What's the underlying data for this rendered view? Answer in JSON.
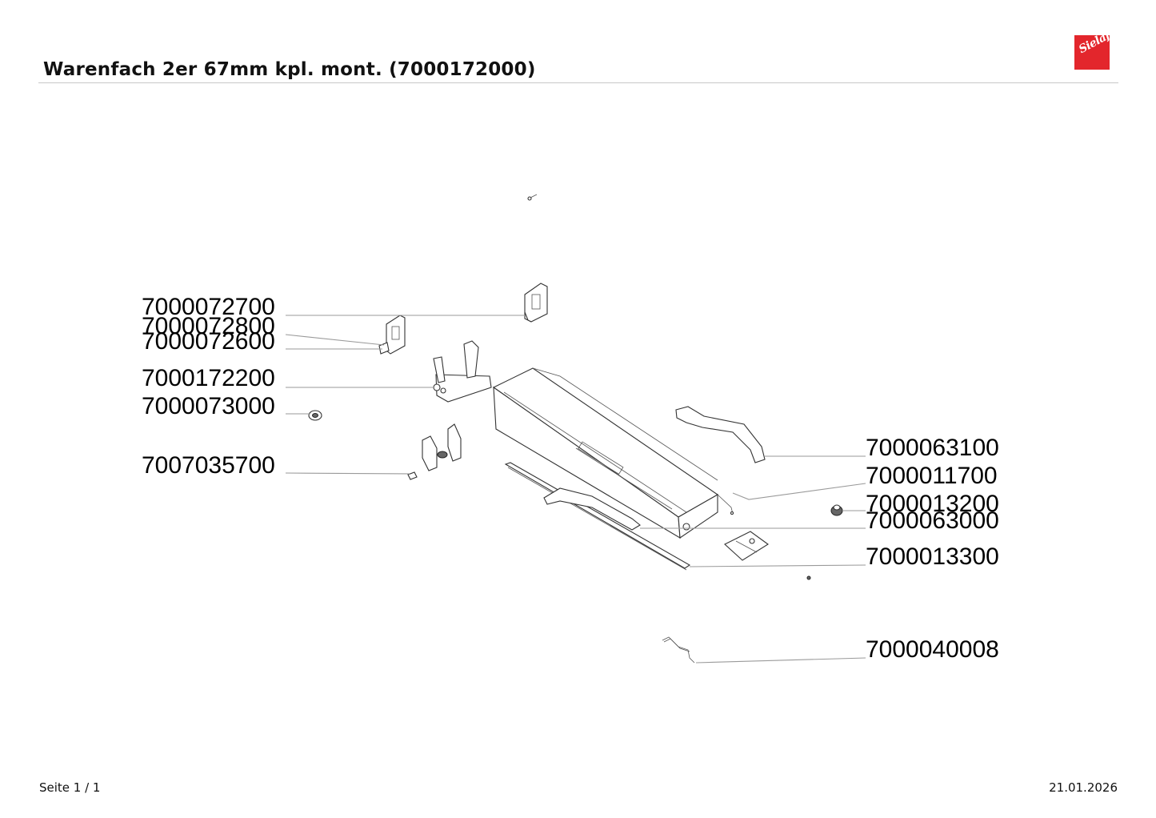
{
  "header": {
    "title": "Warenfach 2er 67mm kpl. mont. (7000172000)",
    "logo_text": "Sielaff",
    "logo_color": "#e3262c"
  },
  "footer": {
    "page": "Seite 1 / 1",
    "date": "21.01.2026"
  },
  "parts": [
    "7000072700",
    "7000072800",
    "7000072600",
    "7000172200",
    "7000073000",
    "7007035700",
    "7000063100",
    "7000011700",
    "7000013200",
    "7000063000",
    "7000013300",
    "7000040008"
  ]
}
